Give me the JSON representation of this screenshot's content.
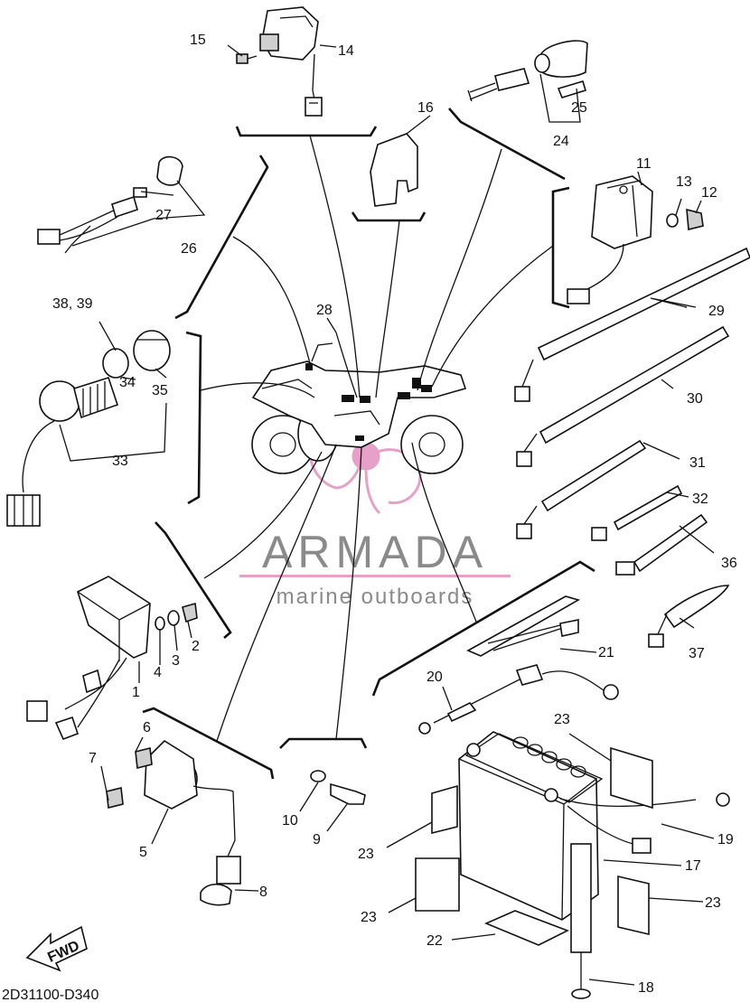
{
  "diagram_code": "2D31100-D340",
  "watermark": {
    "brand": "ARMADA",
    "tagline": "marine outboards",
    "accent": "#e7a1c8",
    "text_color": "#8a8a8a"
  },
  "fwd_label": "FWD",
  "callouts": {
    "c1": "1",
    "c2": "2",
    "c3": "3",
    "c4": "4",
    "c5": "5",
    "c6": "6",
    "c7": "7",
    "c8": "8",
    "c9": "9",
    "c10": "10",
    "c11": "11",
    "c12": "12",
    "c13": "13",
    "c14": "14",
    "c15": "15",
    "c16": "16",
    "c17": "17",
    "c18": "18",
    "c19": "19",
    "c20": "20",
    "c21": "21",
    "c22": "22",
    "c23a": "23",
    "c23b": "23",
    "c23c": "23",
    "c23d": "23",
    "c24": "24",
    "c25": "25",
    "c26": "26",
    "c27": "27",
    "c28": "28",
    "c29": "29",
    "c30": "30",
    "c31": "31",
    "c32": "32",
    "c33": "33",
    "c34": "34",
    "c35": "35",
    "c36": "36",
    "c37": "37",
    "c3839": "38, 39"
  }
}
